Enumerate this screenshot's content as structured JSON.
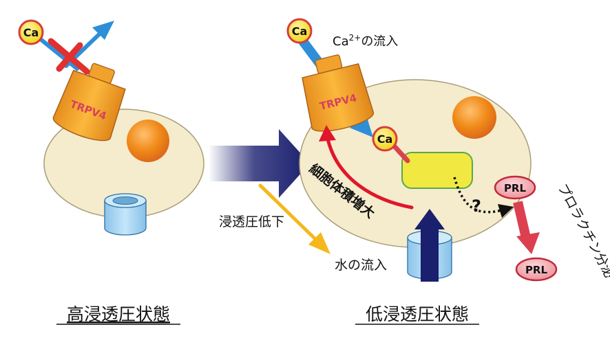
{
  "ions": {
    "calcium": "Ca",
    "prolactin": "PRL"
  },
  "channel": {
    "name": "TRPV4"
  },
  "left_state": {
    "caption": "高浸透圧状態"
  },
  "right_state": {
    "caption": "低浸透圧状態"
  },
  "labels": {
    "ca_influx_prefix": "Ca",
    "ca_influx_superscript": "2+",
    "ca_influx_suffix": "の流入",
    "osmotic_drop": "浸透圧低下",
    "water_influx": "水の流入",
    "cell_volume_increase": "細胞体積増大",
    "prolactin_secretion": "プロラクチン分泌",
    "unknown_pathway": "?"
  },
  "colors": {
    "cell_fill": "#f5eccd",
    "cell_stroke": "#a89c78",
    "nucleus": "#f08a18",
    "channel_body": "#f0a22c",
    "channel_text": "#d8405c",
    "ca_fill": "#f7de2e",
    "ca_ring": "#d73c3c",
    "blocked_red": "#e03030",
    "flow_blue": "#2e8fd8",
    "navy_arrow": "#1a1f6e",
    "yellow_arrow": "#f4b81c",
    "feedback_red": "#e0162a",
    "prl_fill": "#f0a4ac",
    "prl_arrow": "#dc4050",
    "organelle_fill": "#f1e842",
    "organelle_stroke": "#5aa84a",
    "water_channel": "#a9d6f2"
  }
}
